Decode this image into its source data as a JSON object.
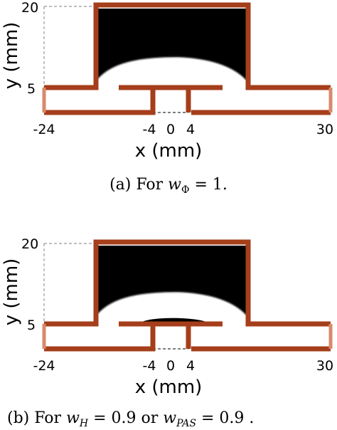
{
  "colors": {
    "wall": "#a53e1a",
    "wall_light": "#d98a6a",
    "fill": "#000000",
    "guide": "#999999"
  },
  "panels": [
    {
      "x_ticks": [
        "-24",
        "-4",
        "0",
        "4",
        "30"
      ],
      "y_ticks": [
        "20",
        "5"
      ],
      "x_axis_label": "x (mm)",
      "y_axis_label": "y (mm)",
      "caption": "(a) For w_Φ = 1.",
      "caption_parts": {
        "prefix": "(a) For ",
        "var": "w",
        "sub": "Φ",
        "suffix": " = 1."
      }
    },
    {
      "x_ticks": [
        "-24",
        "-4",
        "0",
        "4",
        "30"
      ],
      "y_ticks": [
        "20",
        "5"
      ],
      "x_axis_label": "x (mm)",
      "y_axis_label": "y (mm)",
      "caption": "(b) For w_H = 0.9 or w_PAS = 0.9 .",
      "caption_parts": {
        "prefix": "(b) For ",
        "var": "w",
        "sub": "H",
        "mid": " = 0.9 or ",
        "var2": "w",
        "sub2": "PAS",
        "suffix": " = 0.9 ."
      }
    }
  ]
}
